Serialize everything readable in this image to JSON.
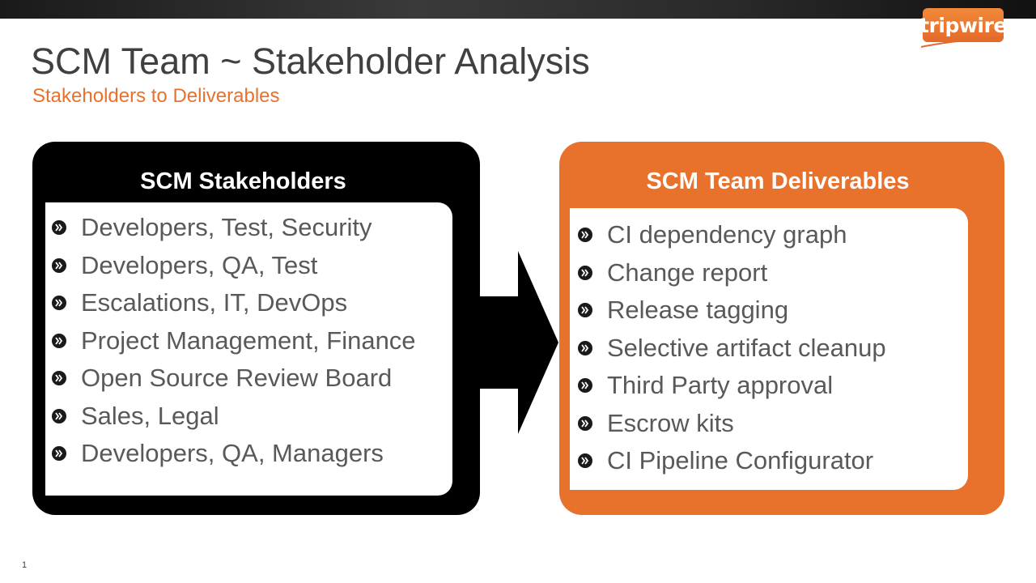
{
  "brand": {
    "logo_text": "tripwire",
    "accent_color": "#e8712b"
  },
  "slide": {
    "title": "SCM Team ~ Stakeholder Analysis",
    "subtitle": "Stakeholders to Deliverables",
    "page_number": "1"
  },
  "stakeholders": {
    "header": "SCM Stakeholders",
    "items": [
      "Developers,  Test,  Security",
      "Developers,  QA, Test",
      "Escalations, IT, DevOps",
      "Project Management,  Finance",
      "Open Source Review Board",
      "Sales,  Legal",
      "Developers,  QA, Managers"
    ]
  },
  "deliverables": {
    "header": "SCM Team Deliverables",
    "items": [
      "CI dependency  graph",
      "Change report",
      "Release tagging",
      "Selective  artifact  cleanup",
      "Third Party  approval",
      "Escrow kits",
      "CI Pipeline Configurator"
    ]
  },
  "icons": {
    "bullet": "double-chevron-right-icon",
    "arrow": "right-arrow-icon"
  }
}
